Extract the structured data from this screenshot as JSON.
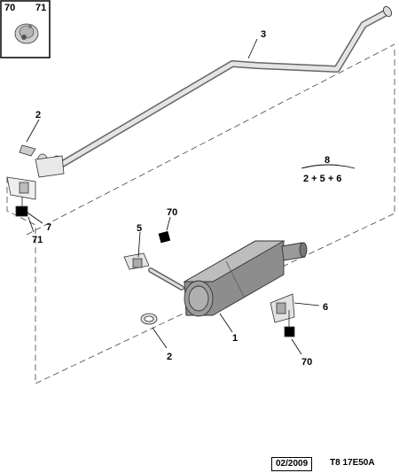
{
  "inset": {
    "labels": [
      "70",
      "71"
    ]
  },
  "callouts": {
    "part1": "1",
    "part2_top": "2",
    "part2_bottom": "2",
    "part3": "3",
    "part5": "5",
    "part6": "6",
    "part7": "7",
    "part70_mid": "70",
    "part70_bottom": "70",
    "part71": "71"
  },
  "kit": {
    "number": "8",
    "formula": "2 + 5 + 6"
  },
  "footer": {
    "date": "02/2009",
    "code": "T8 17E50A"
  }
}
